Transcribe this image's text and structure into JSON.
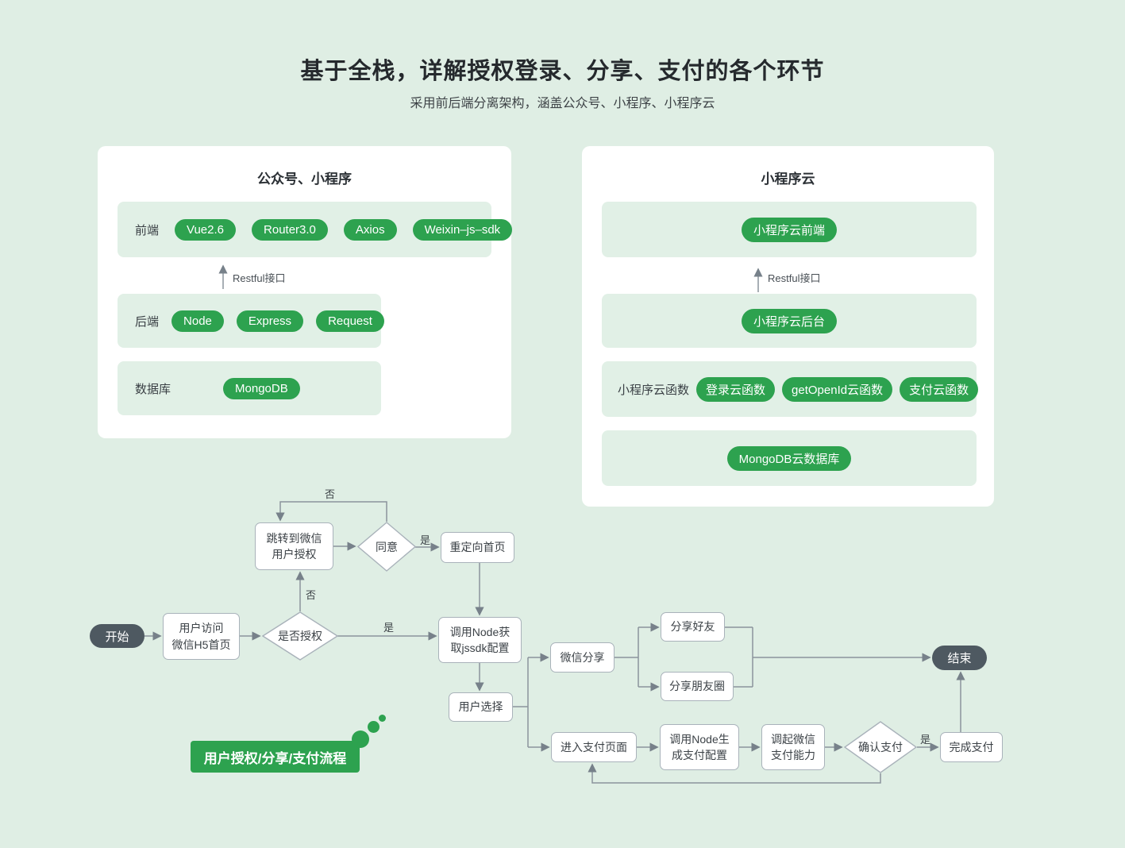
{
  "page": {
    "title": "基于全栈，详解授权登录、分享、支付的各个环节",
    "subtitle": "采用前后端分离架构，涵盖公众号、小程序、小程序云"
  },
  "colors": {
    "accent_green": "#2da24f",
    "terminal_dark": "#4e5961",
    "page_background": "#dfeee4",
    "row_background": "#e1f0e6",
    "connector_line": "#8b949c"
  },
  "cards": {
    "left": {
      "title": "公众号、小程序",
      "row1_label": "前端",
      "row1_pills": [
        "Vue2.6",
        "Router3.0",
        "Axios",
        "Weixin–js–sdk"
      ],
      "connector_label": "Restful接口",
      "row2_label": "后端",
      "row2_pills": [
        "Node",
        "Express",
        "Request"
      ],
      "row3_label": "数据库",
      "row3_pills": [
        "MongoDB"
      ]
    },
    "right": {
      "title": "小程序云",
      "row1_pills": [
        "小程序云前端"
      ],
      "connector_label": "Restful接口",
      "row2_pills": [
        "小程序云后台"
      ],
      "row3_label": "小程序云函数",
      "row3_pills": [
        "登录云函数",
        "getOpenId云函数",
        "支付云函数"
      ],
      "row4_pills": [
        "MongoDB云数据库"
      ]
    }
  },
  "flowchart": {
    "caption": "用户授权/分享/支付流程",
    "nodes": {
      "start": {
        "lines": [
          "开始"
        ]
      },
      "visit_h5": {
        "lines": [
          "用户访问",
          "微信H5首页"
        ]
      },
      "auth_decision": {
        "lines": [
          "是否授权"
        ]
      },
      "jump_auth": {
        "lines": [
          "跳转到微信",
          "用户授权"
        ]
      },
      "agree_decision": {
        "lines": [
          "同意"
        ]
      },
      "redirect_home": {
        "lines": [
          "重定向首页"
        ]
      },
      "get_jssdk": {
        "lines": [
          "调用Node获",
          "取jssdk配置"
        ]
      },
      "user_choice": {
        "lines": [
          "用户选择"
        ]
      },
      "wechat_share": {
        "lines": [
          "微信分享"
        ]
      },
      "share_friend": {
        "lines": [
          "分享好友"
        ]
      },
      "share_moments": {
        "lines": [
          "分享朋友圈"
        ]
      },
      "end": {
        "lines": [
          "结束"
        ]
      },
      "pay_page": {
        "lines": [
          "进入支付页面"
        ]
      },
      "pay_config": {
        "lines": [
          "调用Node生",
          "成支付配置"
        ]
      },
      "pay_ability": {
        "lines": [
          "调起微信",
          "支付能力"
        ]
      },
      "confirm_pay": {
        "lines": [
          "确认支付"
        ]
      },
      "done_pay": {
        "lines": [
          "完成支付"
        ]
      }
    },
    "edge_labels": {
      "no_agree": "否",
      "no_auth": "否",
      "yes_auth": "是",
      "yes_agree": "是",
      "yes_confirm": "是"
    }
  }
}
